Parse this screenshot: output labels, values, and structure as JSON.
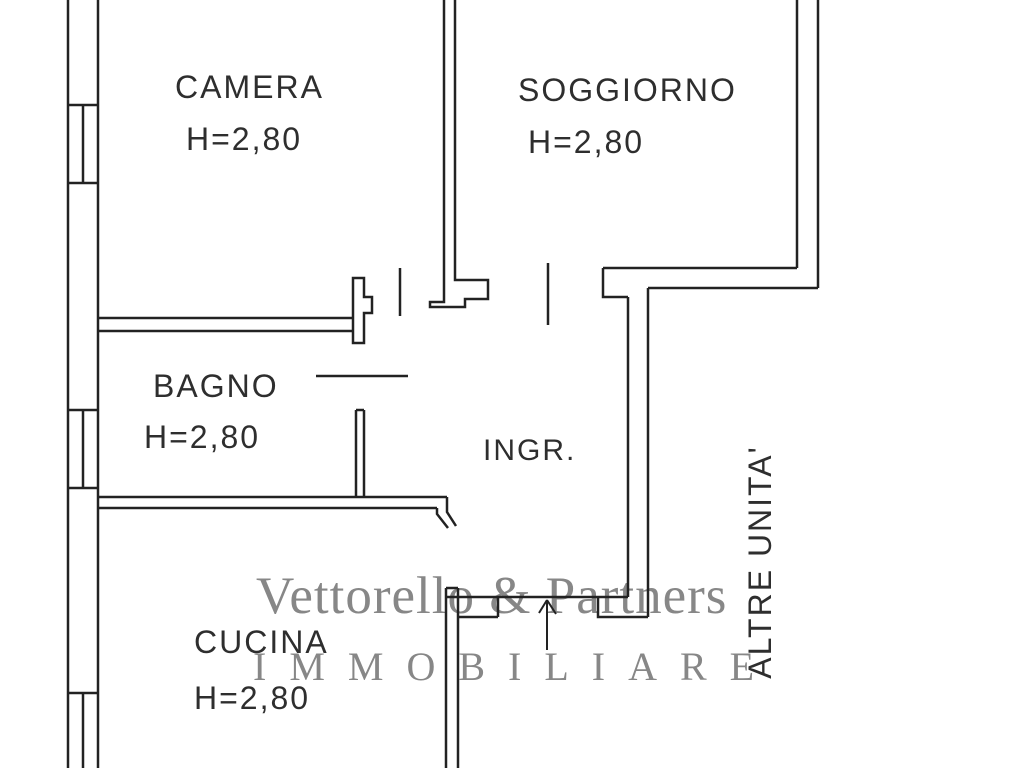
{
  "image_type": "floor-plan",
  "rooms": {
    "camera": {
      "name": "CAMERA",
      "height": "H=2,80"
    },
    "soggiorno": {
      "name": "SOGGIORNO",
      "height": "H=2,80"
    },
    "bagno": {
      "name": "BAGNO",
      "height": "H=2,80"
    },
    "ingresso": {
      "name": "INGR."
    },
    "cucina": {
      "name": "CUCINA",
      "height": "H=2,80"
    },
    "altre_unita": {
      "name": "ALTRE UNITA'"
    }
  },
  "watermark": {
    "line1": "Vettorello & Partners",
    "line2": "IMMOBILIARE",
    "color": "#878787"
  },
  "colors": {
    "background": "#ffffff",
    "wall_line": "#222222",
    "label_text": "#2e2e2e"
  }
}
